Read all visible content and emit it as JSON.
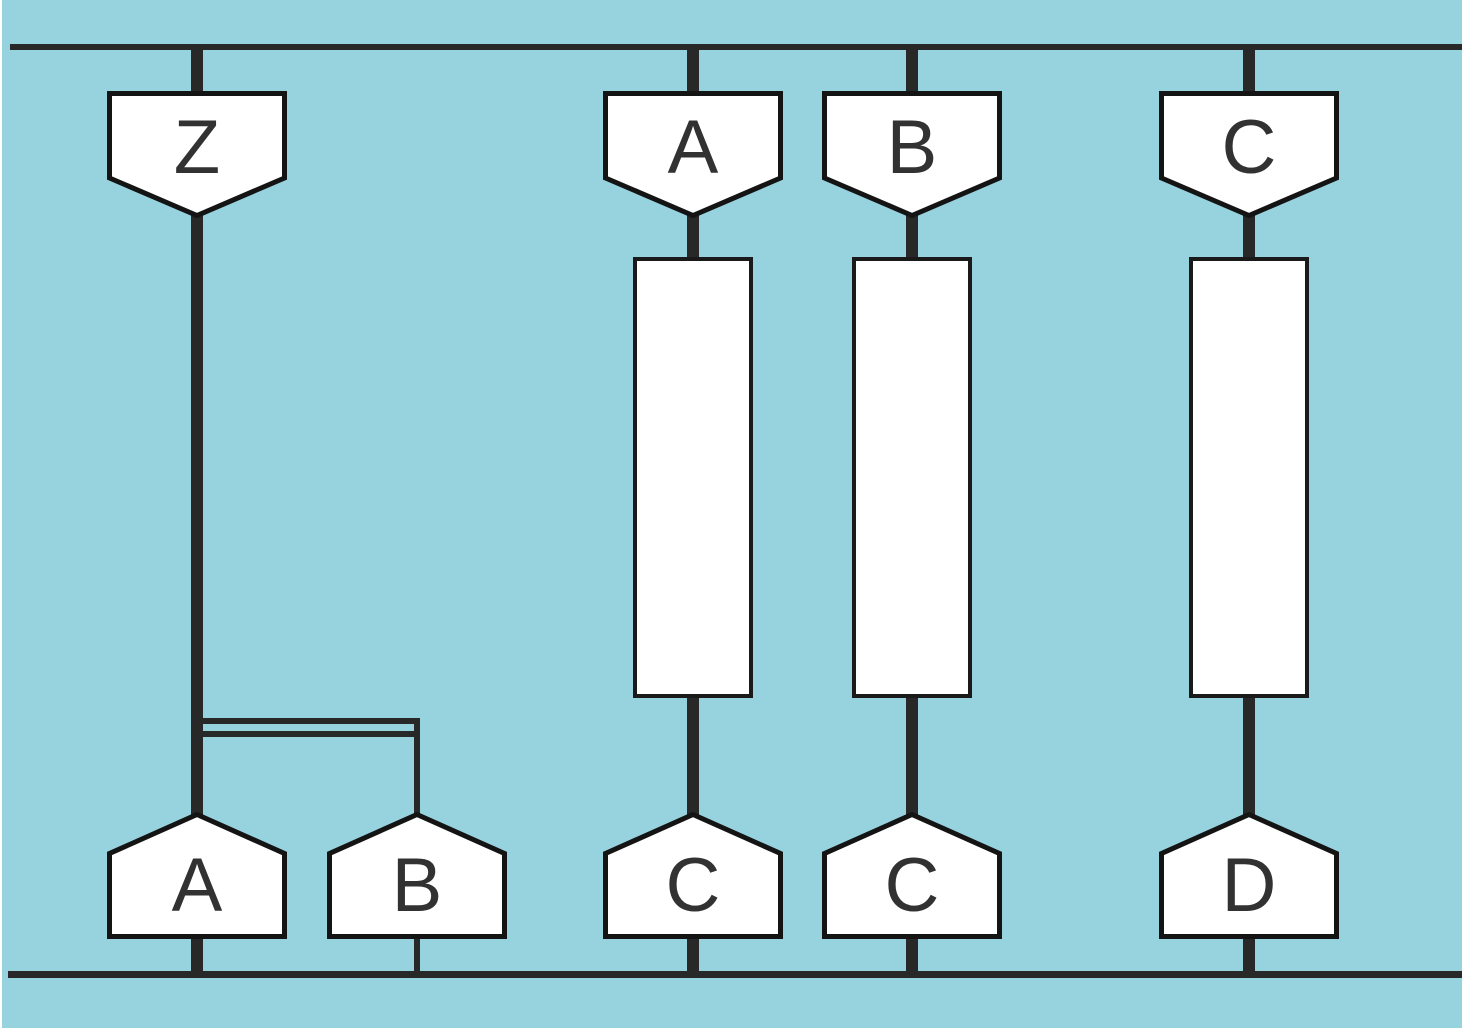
{
  "colors": {
    "background": "#97d3df",
    "line": "#282828",
    "shape_fill": "#ffffff",
    "shape_border": "#141414",
    "label_text": "#323232"
  },
  "top_nodes": [
    {
      "label": "Z"
    },
    {
      "label": "A"
    },
    {
      "label": "B"
    },
    {
      "label": "C"
    }
  ],
  "bottom_nodes": [
    {
      "label": "A"
    },
    {
      "label": "B"
    },
    {
      "label": "C"
    },
    {
      "label": "C"
    },
    {
      "label": "D"
    }
  ]
}
